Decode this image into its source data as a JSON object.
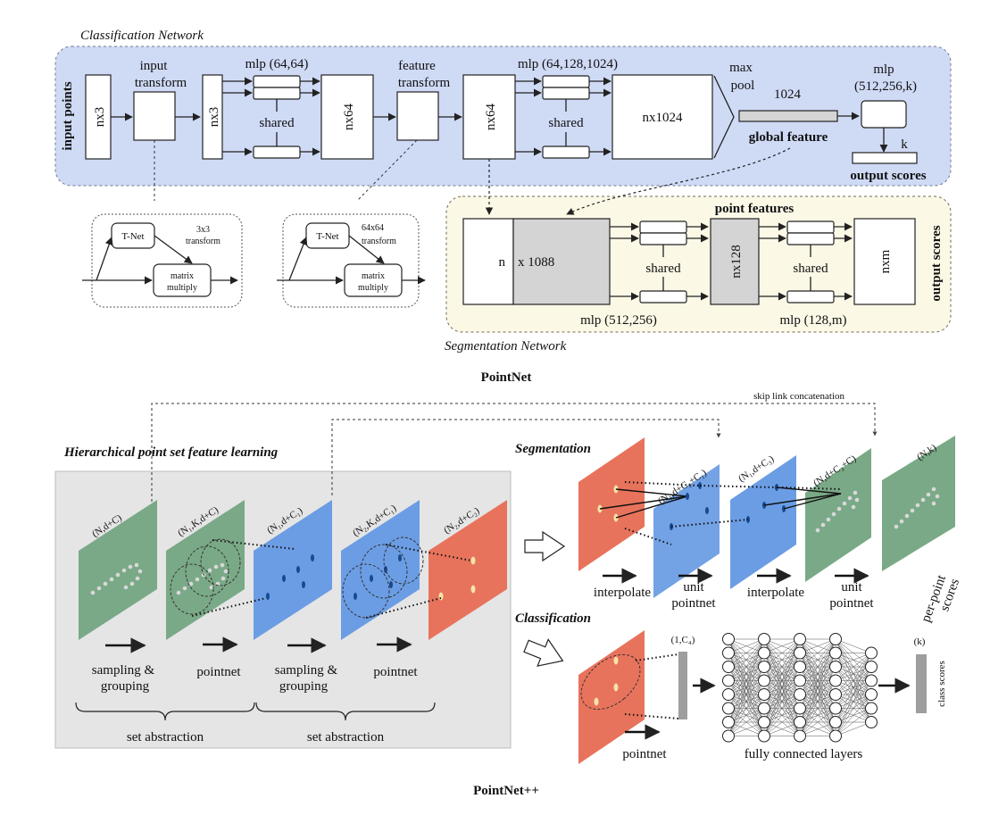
{
  "pointnet": {
    "caption": "PointNet",
    "classification_label": "Classification Network",
    "segmentation_label": "Segmentation Network",
    "input_points": "input points",
    "input_transform": [
      "input",
      "transform"
    ],
    "feature_transform": [
      "feature",
      "transform"
    ],
    "nx3_a": "nx3",
    "nx3_b": "nx3",
    "nx64_a": "nx64",
    "nx64_b": "nx64",
    "nx1024": "nx1024",
    "mlp1": "mlp (64,64)",
    "mlp2": "mlp (64,128,1024)",
    "shared": "shared",
    "max_pool": [
      "max",
      "pool"
    ],
    "dim1024": "1024",
    "global_feature": "global feature",
    "mlp3": [
      "mlp",
      "(512,256,k)"
    ],
    "k": "k",
    "output_scores": "output scores",
    "tnet1": {
      "tnet": "T-Net",
      "transform": [
        "3x3",
        "transform"
      ],
      "matrix": [
        "matrix",
        "multiply"
      ]
    },
    "tnet2": {
      "tnet": "T-Net",
      "transform": [
        "64x64",
        "transform"
      ],
      "matrix": [
        "matrix",
        "multiply"
      ]
    },
    "point_features": "point features",
    "n": "n",
    "x1088": "x 1088",
    "nx128": "nx128",
    "nxm": "nxm",
    "mlp_seg1": "mlp (512,256)",
    "mlp_seg2": "mlp (128,m)",
    "seg_output_scores": "output scores"
  },
  "pointnetpp": {
    "caption": "PointNet++",
    "hierarchical": "Hierarchical point set feature learning",
    "segmentation": "Segmentation",
    "classification": "Classification",
    "skip_link": "skip link concatenation",
    "dims": [
      "(N,d+C)",
      "(N₁,K,d+C)",
      "(N₁,d+C₁)",
      "(N₂,K,d+C₁)",
      "(N₂,d+C₂)"
    ],
    "seg_dims": [
      "(N₁,d+C₂+C₁)",
      "(N₁,d+C₃)",
      "(N,d+C₃+C)",
      "(N,k)"
    ],
    "sampling_grouping": [
      "sampling &",
      "grouping"
    ],
    "pointnet": "pointnet",
    "set_abstraction": "set abstraction",
    "interpolate": "interpolate",
    "unit_pointnet": [
      "unit",
      "pointnet"
    ],
    "per_point": [
      "per-point",
      "scores"
    ],
    "c4": "(1,C₄)",
    "k": "(k)",
    "class_scores": "class scores",
    "fully_connected": "fully connected layers",
    "cls_pointnet": "pointnet"
  },
  "colors": {
    "blue_panel": "#cfdaf5",
    "yellow_panel": "#fbf8e6",
    "green": "#7aa987",
    "blue": "#6b9de4",
    "red": "#e8735c",
    "gray_panel": "#e5e5e5"
  }
}
